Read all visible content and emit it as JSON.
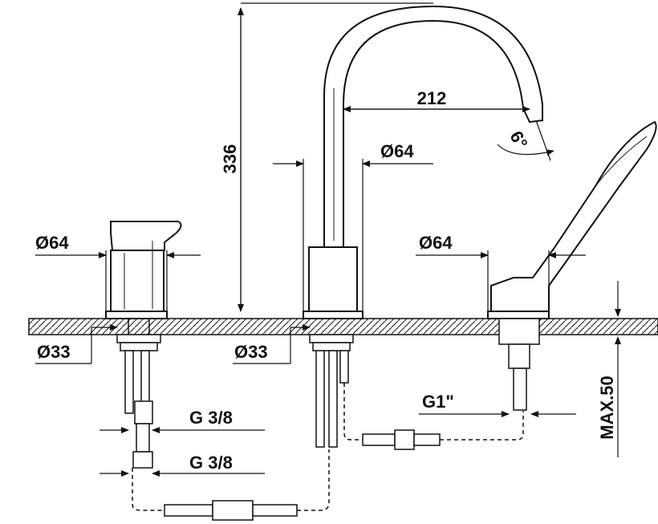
{
  "dimensions": {
    "height_total": "336",
    "spout_reach": "212",
    "spout_angle": "6°",
    "diameter_spout_base": "Ø64",
    "diameter_mixer_base": "Ø64",
    "diameter_shower_base": "Ø64",
    "hole_mixer": "Ø33",
    "hole_spout": "Ø33",
    "thread_upper": "G 3/8",
    "thread_lower": "G 3/8",
    "thread_shower": "G1\"",
    "max_deck_thickness": "MAX.50"
  }
}
